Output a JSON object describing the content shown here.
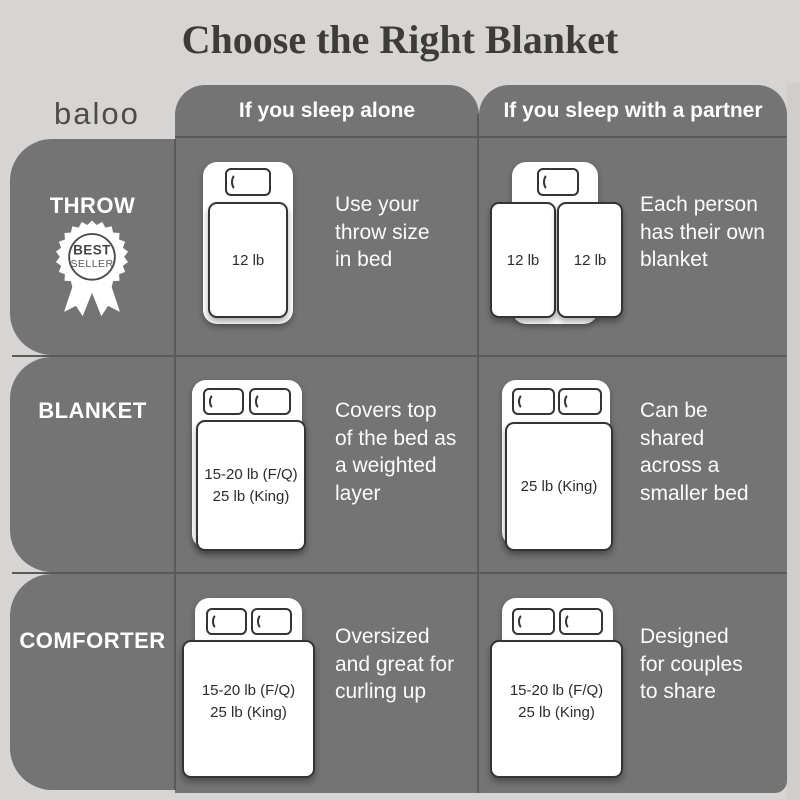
{
  "title": "Choose the Right Blanket",
  "brand": "baloo",
  "header": {
    "alone": "If you sleep alone",
    "partner": "If you sleep with a partner"
  },
  "badge": {
    "line1": "BEST",
    "line2": "SELLER"
  },
  "rows": [
    {
      "label": "THROW",
      "alone": {
        "weight1": "12 lb",
        "desc": "Use your\nthrow size\nin bed"
      },
      "partner": {
        "weight1": "12 lb",
        "weight2": "12 lb",
        "desc": "Each person\nhas their own\nblanket"
      }
    },
    {
      "label": "BLANKET",
      "alone": {
        "weight1": "15-20 lb (F/Q)",
        "weight2": "25 lb (King)",
        "desc": "Covers top\nof the bed as\na weighted\nlayer"
      },
      "partner": {
        "weight1": "25 lb (King)",
        "desc": "Can be\nshared\nacross a\nsmaller bed"
      }
    },
    {
      "label": "COMFORTER",
      "alone": {
        "weight1": "15-20 lb (F/Q)",
        "weight2": "25 lb (King)",
        "desc": "Oversized\nand great for\ncurling up"
      },
      "partner": {
        "weight1": "15-20 lb (F/Q)",
        "weight2": "25 lb (King)",
        "desc": "Designed\nfor couples\nto share"
      }
    }
  ],
  "colors": {
    "background": "#d6d5d3",
    "panel": "#757474",
    "divider": "#5a5a58",
    "text_light": "#ffffff",
    "text_dark": "#2c2c2c"
  }
}
